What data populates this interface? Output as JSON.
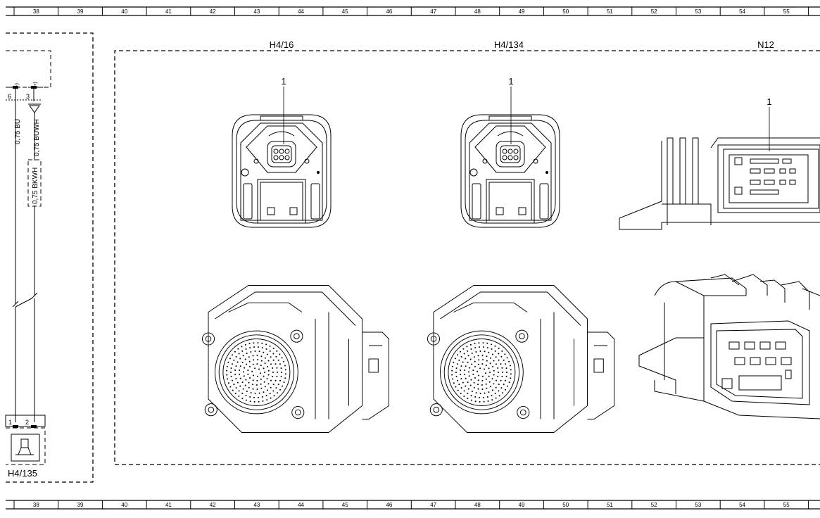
{
  "ruler": {
    "columns": [
      "38",
      "39",
      "40",
      "41",
      "42",
      "43",
      "44",
      "45",
      "46",
      "47",
      "48",
      "49",
      "50",
      "51",
      "52",
      "53",
      "54",
      "55"
    ]
  },
  "components": {
    "h4_135": {
      "label": "H4/135"
    },
    "h4_16": {
      "label": "H4/16",
      "callout": "1"
    },
    "h4_134": {
      "label": "H4/134",
      "callout": "1"
    },
    "n12": {
      "label": "N12",
      "callout": "1"
    }
  },
  "connector_top": {
    "pin_left": "6",
    "pin_right": "3",
    "sign_left": "(-)",
    "sign_right": "(+)"
  },
  "connector_bottom": {
    "pin_left": "1",
    "pin_right": "2"
  },
  "wires": {
    "left": "0,75 BU",
    "right_upper": "0,75 BUWH",
    "right_lower": "0,75 BKWH"
  }
}
